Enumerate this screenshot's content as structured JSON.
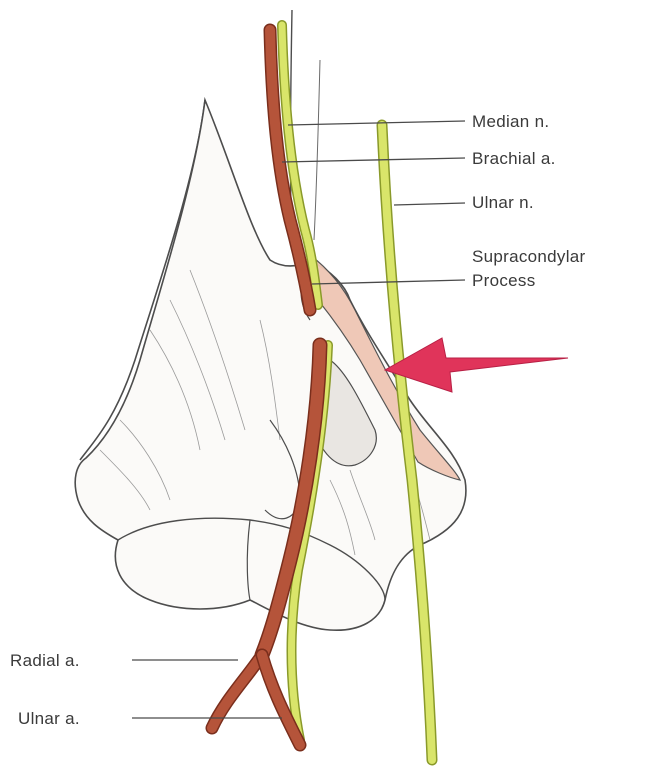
{
  "labels": {
    "median_nerve": "Median n.",
    "brachial_artery": "Brachial a.",
    "ulnar_nerve": "Ulnar n.",
    "supracondylar_line1": "Supracondylar",
    "supracondylar_line2": "Process",
    "radial_artery": "Radial a.",
    "ulnar_artery": "Ulnar a."
  },
  "colors": {
    "artery": "#b5543a",
    "artery_dark": "#7a2e1c",
    "nerve": "#d9e56a",
    "nerve_dark": "#8a9a2a",
    "arrow": "#e0345a",
    "bone_outline": "#4d4d4d",
    "bone_fill": "#fbfaf8",
    "process_tint": "#efc6b4"
  }
}
